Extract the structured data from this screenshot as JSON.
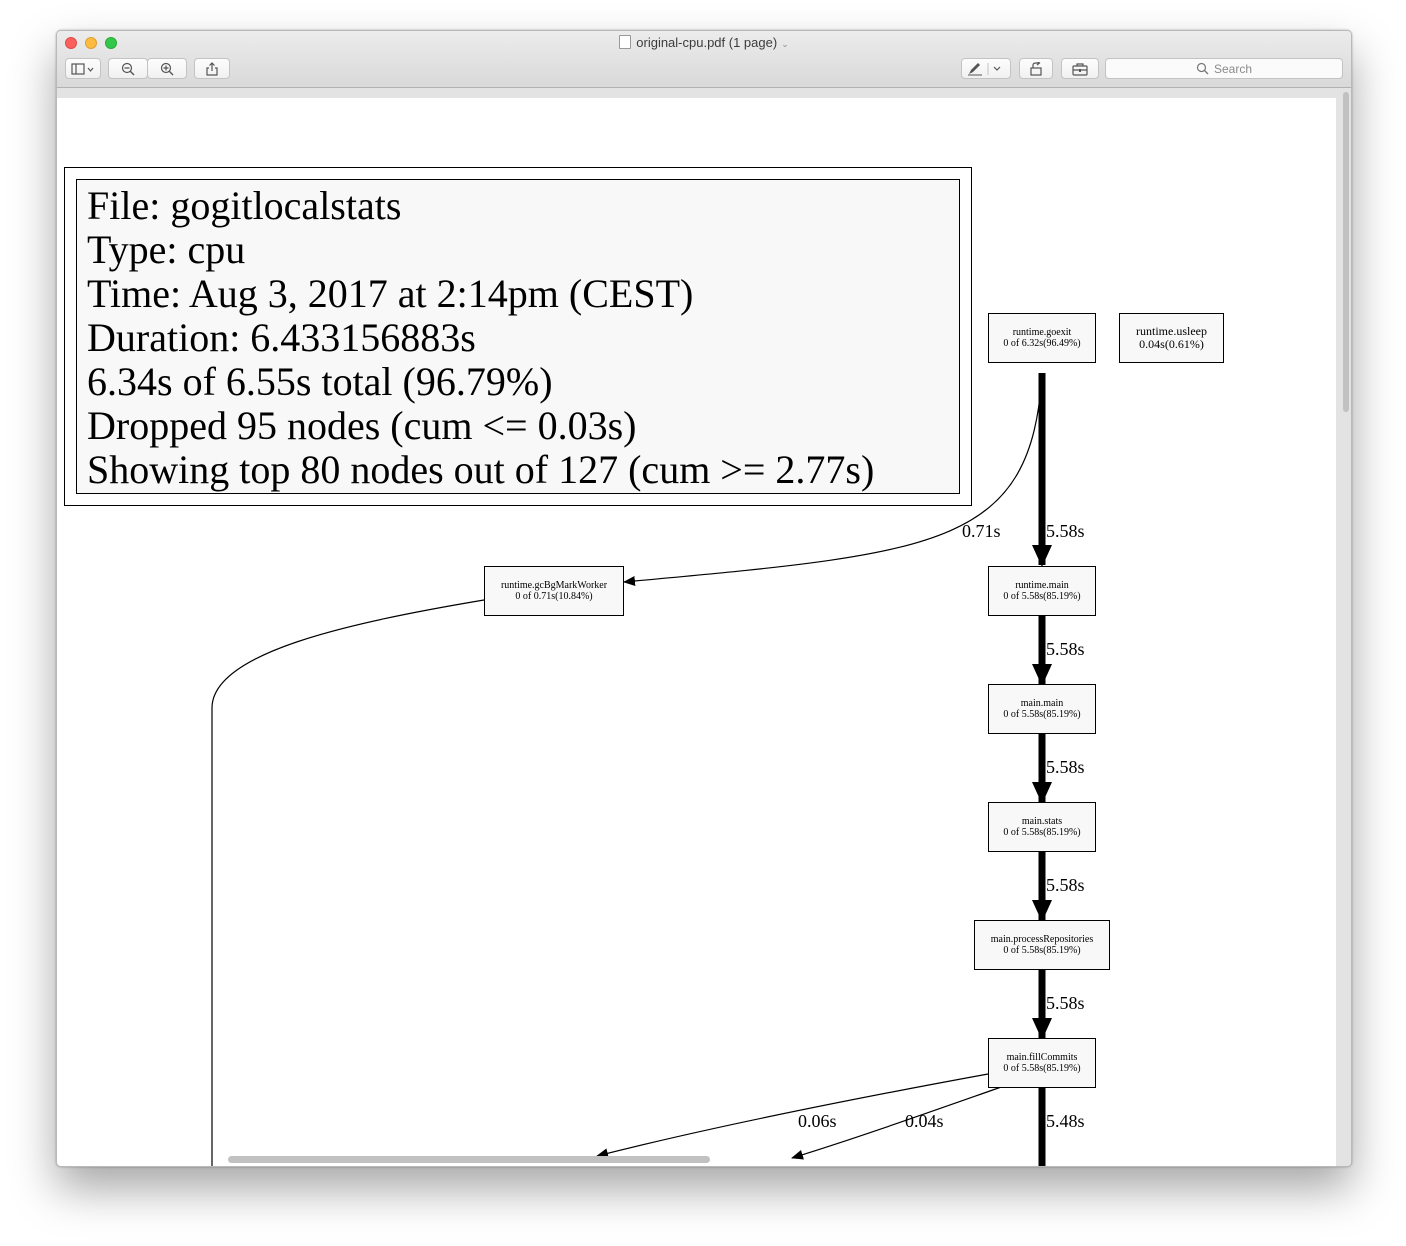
{
  "window": {
    "title": "original-cpu.pdf (1 page)",
    "search_placeholder": "Search"
  },
  "toolbar": {
    "sidebar_icon": "sidebar-icon",
    "zoom_out_icon": "zoom-out-icon",
    "zoom_in_icon": "zoom-in-icon",
    "share_icon": "share-icon",
    "markup_icon": "pen-icon",
    "rotate_icon": "rotate-icon",
    "toolbox_icon": "toolbox-icon"
  },
  "legend": [
    "File: gogitlocalstats",
    "Type: cpu",
    "Time: Aug 3, 2017 at 2:14pm (CEST)",
    "Duration: 6.433156883s",
    "6.34s of 6.55s total (96.79%)",
    "Dropped 95 nodes (cum <= 0.03s)",
    "Showing top 80 nodes out of 127 (cum >= 2.77s)"
  ],
  "nodes": {
    "goexit": {
      "name": "runtime.goexit",
      "stats": "0 of 6.32s(96.49%)"
    },
    "usleep": {
      "name": "runtime.usleep",
      "stats": "0.04s(0.61%)"
    },
    "gc": {
      "name": "runtime.gcBgMarkWorker",
      "stats": "0 of 0.71s(10.84%)"
    },
    "rmain": {
      "name": "runtime.main",
      "stats": "0 of 5.58s(85.19%)"
    },
    "mmain": {
      "name": "main.main",
      "stats": "0 of 5.58s(85.19%)"
    },
    "stats": {
      "name": "main.stats",
      "stats": "0 of 5.58s(85.19%)"
    },
    "proc": {
      "name": "main.processRepositories",
      "stats": "0 of 5.58s(85.19%)"
    },
    "fill": {
      "name": "main.fillCommits",
      "stats": "0 of 5.58s(85.19%)"
    }
  },
  "edges": {
    "goexit_gc": "0.71s",
    "goexit_rmain": "5.58s",
    "rmain_mmain": "5.58s",
    "mmain_stats": "5.58s",
    "stats_proc": "5.58s",
    "proc_fill": "5.58s",
    "fill_a": "0.06s",
    "fill_b": "0.04s",
    "fill_c": "5.48s"
  }
}
